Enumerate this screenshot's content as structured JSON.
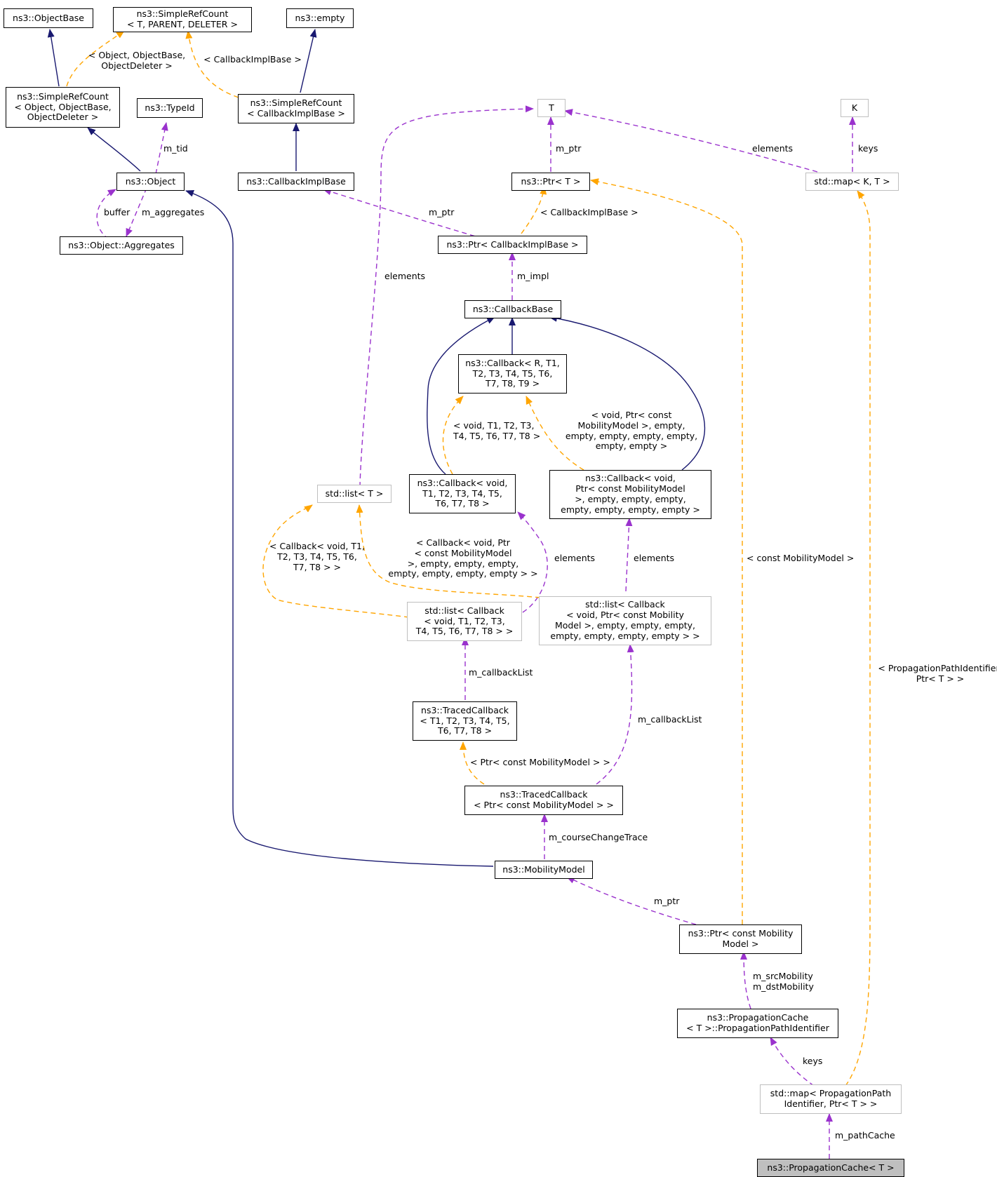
{
  "nodes": {
    "objectbase": "ns3::ObjectBase",
    "simplerefcount_tpd": "ns3::SimpleRefCount\n< T, PARENT, DELETER >",
    "empty": "ns3::empty",
    "simplerefcount_obj": "ns3::SimpleRefCount\n< Object, ObjectBase,\nObjectDeleter >",
    "typeid": "ns3::TypeId",
    "simplerefcount_cb": "ns3::SimpleRefCount\n< CallbackImplBase >",
    "object": "ns3::Object",
    "callbackimplbase": "ns3::CallbackImplBase",
    "aggregates": "ns3::Object::Aggregates",
    "t": "T",
    "k": "K",
    "ptr_t": "ns3::Ptr< T >",
    "map_kt": "std::map< K, T >",
    "ptr_cbimpl": "ns3::Ptr< CallbackImplBase >",
    "callbackbase": "ns3::CallbackBase",
    "callback_rt": "ns3::Callback< R, T1,\nT2, T3, T4, T5, T6,\nT7, T8, T9 >",
    "list_t": "std::list< T >",
    "callback_void_t": "ns3::Callback< void,\nT1, T2, T3, T4, T5,\nT6, T7, T8 >",
    "callback_void_mm": "ns3::Callback< void,\nPtr< const MobilityModel\n>, empty, empty, empty,\nempty, empty, empty, empty >",
    "list_cb_t": "std::list< Callback\n< void, T1, T2, T3,\nT4, T5, T6, T7, T8 > >",
    "list_cb_mm": "std::list< Callback\n< void, Ptr< const Mobility\nModel >, empty, empty, empty,\nempty, empty, empty, empty > >",
    "traced_t": "ns3::TracedCallback\n< T1, T2, T3, T4, T5,\nT6, T7, T8 >",
    "traced_mm": "ns3::TracedCallback\n< Ptr< const MobilityModel > >",
    "mobilitymodel": "ns3::MobilityModel",
    "ptr_mm": "ns3::Ptr< const Mobility\nModel >",
    "pathid": "ns3::PropagationCache\n< T >::PropagationPathIdentifier",
    "map_path": "std::map< PropagationPath\nIdentifier, Ptr< T > >",
    "propcache": "ns3::PropagationCache< T >"
  },
  "edge_labels": {
    "obj_objbase_del": "< Object, ObjectBase,\nObjectDeleter >",
    "cbimplbase_tpl": "< CallbackImplBase >",
    "m_tid": "m_tid",
    "buffer": "buffer",
    "m_aggregates": "m_aggregates",
    "m_ptr_cbimpl": "m_ptr",
    "elements_list_t": "elements",
    "m_ptr_t": "m_ptr",
    "elements_map": "elements",
    "keys_map": "keys",
    "cbimpl_ptr_tpl": "< CallbackImplBase >",
    "m_impl": "m_impl",
    "cb_void_t_tpl": "< void, T1, T2, T3,\nT4, T5, T6, T7, T8 >",
    "cb_void_mm_tpl": "< void, Ptr< const\nMobilityModel >, empty,\nempty, empty, empty, empty,\nempty, empty >",
    "list_cb_t_tpl": "< Callback< void, T1,\nT2, T3, T4, T5, T6,\nT7, T8 > >",
    "list_cb_mm_tpl": "< Callback< void, Ptr\n< const MobilityModel\n>, empty, empty, empty,\nempty, empty, empty, empty > >",
    "elements_cb_t": "elements",
    "elements_cb_mm": "elements",
    "const_mm": "< const MobilityModel >",
    "pathid_ptr_tpl": "< PropagationPathIdentifier,\nPtr< T > >",
    "m_callbacklist_1": "m_callbackList",
    "m_callbacklist_2": "m_callbackList",
    "ptr_const_mm_tpl": "< Ptr< const MobilityModel > >",
    "m_coursechangetrace": "m_courseChangeTrace",
    "m_ptr_mm": "m_ptr",
    "m_src_dst": "m_srcMobility\nm_dstMobility",
    "keys_path": "keys",
    "m_pathcache": "m_pathCache"
  },
  "colors": {
    "inheritance": "#191970",
    "usage": "#9a32cd",
    "template": "#ffa500",
    "focus_fill": "#bfbfbf",
    "gray_border": "#bfbfbf"
  }
}
